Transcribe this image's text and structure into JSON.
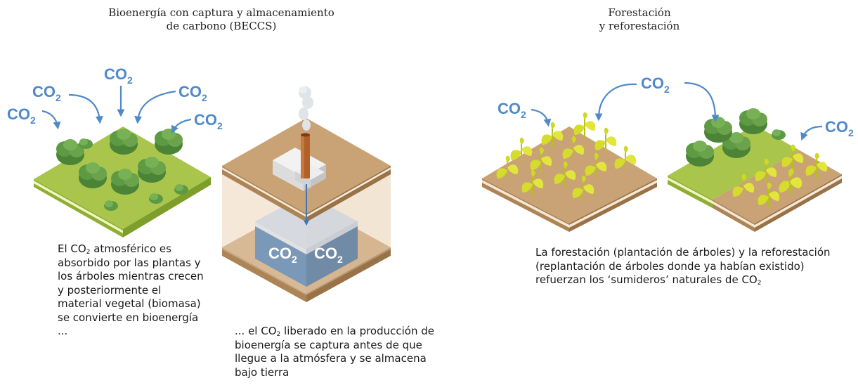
{
  "titles": {
    "beccs_line1": "Bioenergía con captura y almacenamiento",
    "beccs_line2": "de carbono (BECCS)",
    "forest_line1": "Forestación",
    "forest_line2": "y reforestación"
  },
  "labels": {
    "co2": "CO",
    "sub": "2"
  },
  "texts": {
    "biomass": {
      "before": "El CO",
      "sub": "2",
      "after": " atmosférico es absorbido por las plantas y los árboles mientras crecen y posteriormente el material vegetal (biomasa) se convierte en bioenergía ..."
    },
    "storage": {
      "before": "... el CO",
      "sub": "2",
      "after": " liberado en la producción de bioenergía se captura antes de que llegue a la atmósfera y se almacena bajo tierra"
    },
    "forest": {
      "before": "La forestación (plantación de árboles) y la reforestación (replantación de árboles donde ya habían existido) refuerzan los ‘sumideros’ naturales de CO",
      "sub": "2",
      "after": ""
    }
  },
  "colors": {
    "co2_blue": "#4f89c8",
    "grass": "#a8c64a",
    "soil": "#c9a275",
    "tree": "#4f8a3a",
    "sprout": "#d6dd2a",
    "storage_blue": "#3a6fa8"
  }
}
